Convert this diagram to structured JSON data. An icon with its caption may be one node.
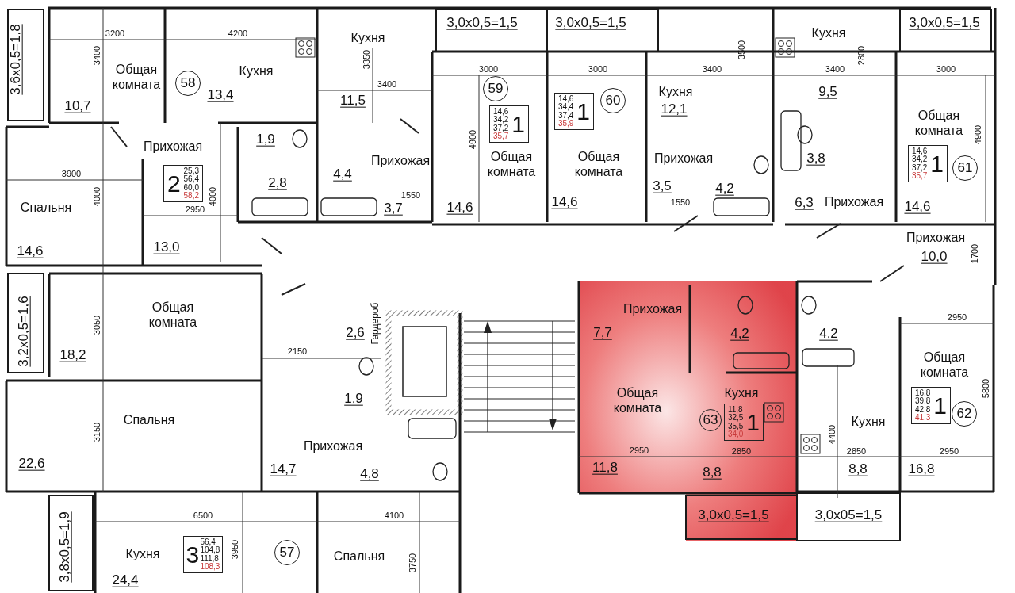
{
  "diagram": {
    "nodes": [
      {
        "text": [
          "58"
        ]
      },
      {
        "text": [
          "2",
          "25,3",
          "56,4",
          "60,0",
          "58,2"
        ]
      },
      {
        "text": [
          "59"
        ]
      },
      {
        "text": [
          "1",
          "14,6",
          "34,2",
          "37,2",
          "35,7"
        ]
      },
      {
        "text": [
          "1",
          "14,6",
          "34,4",
          "37,4",
          "35,9"
        ]
      },
      {
        "text": [
          "60"
        ]
      },
      {
        "text": [
          "1",
          "14,6",
          "34,2",
          "37,2",
          "35,7"
        ]
      },
      {
        "text": [
          "61"
        ]
      },
      {
        "text": [
          "1",
          "11,8",
          "32,5",
          "35,5",
          "34,0"
        ]
      },
      {
        "text": [
          "63"
        ]
      },
      {
        "text": [
          "1",
          "16,8",
          "39,8",
          "42,8",
          "41,3"
        ]
      },
      {
        "text": [
          "62"
        ]
      },
      {
        "text": [
          "3",
          "56,4",
          "104,8",
          "111,8",
          "108,3"
        ]
      },
      {
        "text": [
          "57"
        ]
      }
    ],
    "labels": [
      "3,6x0,5=1,8",
      "3200",
      "4200",
      "Кухня",
      "Кухня",
      "3,0x0,5=1,5",
      "3,0x0,5=1,5",
      "Кухня",
      "3,0x0,5=1,5",
      "3400",
      "3350",
      "3500",
      "2800",
      "3000",
      "3000",
      "3400",
      "3400",
      "3000",
      "Общая комната",
      "3400",
      "13,4",
      "Кухня",
      "9,5",
      "11,5",
      "10,7",
      "12,1",
      "Общая комната",
      "4900",
      "4900",
      "1,9",
      "Прихожая",
      "Прихожая",
      "Прихожая",
      "3,8",
      "Общая комната",
      "Общая комната",
      "3900",
      "4,4",
      "2,8",
      "3,5",
      "4,2",
      "4000",
      "4000",
      "1550",
      "1550",
      "Спальня",
      "2950",
      "14,6",
      "6,3",
      "Прихожая",
      "3,7",
      "14,6",
      "14,6",
      "Прихожая",
      "14,6",
      "13,0",
      "1700",
      "10,0",
      "Прихожая",
      "Общая комната",
      "2950",
      "3,2x0,5=1,6",
      "3050",
      "Гардероб",
      "2,6",
      "7,7",
      "4,2",
      "4,2",
      "2150",
      "18,2",
      "Общая комната",
      "5800",
      "Кухня",
      "1,9",
      "Общая комната",
      "Спальня",
      "Кухня",
      "3150",
      "4400",
      "Прихожая",
      "2950",
      "2850",
      "2850",
      "2950",
      "22,6",
      "14,7",
      "4,8",
      "11,8",
      "8,8",
      "8,8",
      "16,8",
      "3,0x0,5=1,5",
      "3,0x05=1,5",
      "6500",
      "4100",
      "3,8x0,5=1,9",
      "Кухня",
      "3950",
      "Спальня",
      "3750",
      "24,4"
    ]
  }
}
